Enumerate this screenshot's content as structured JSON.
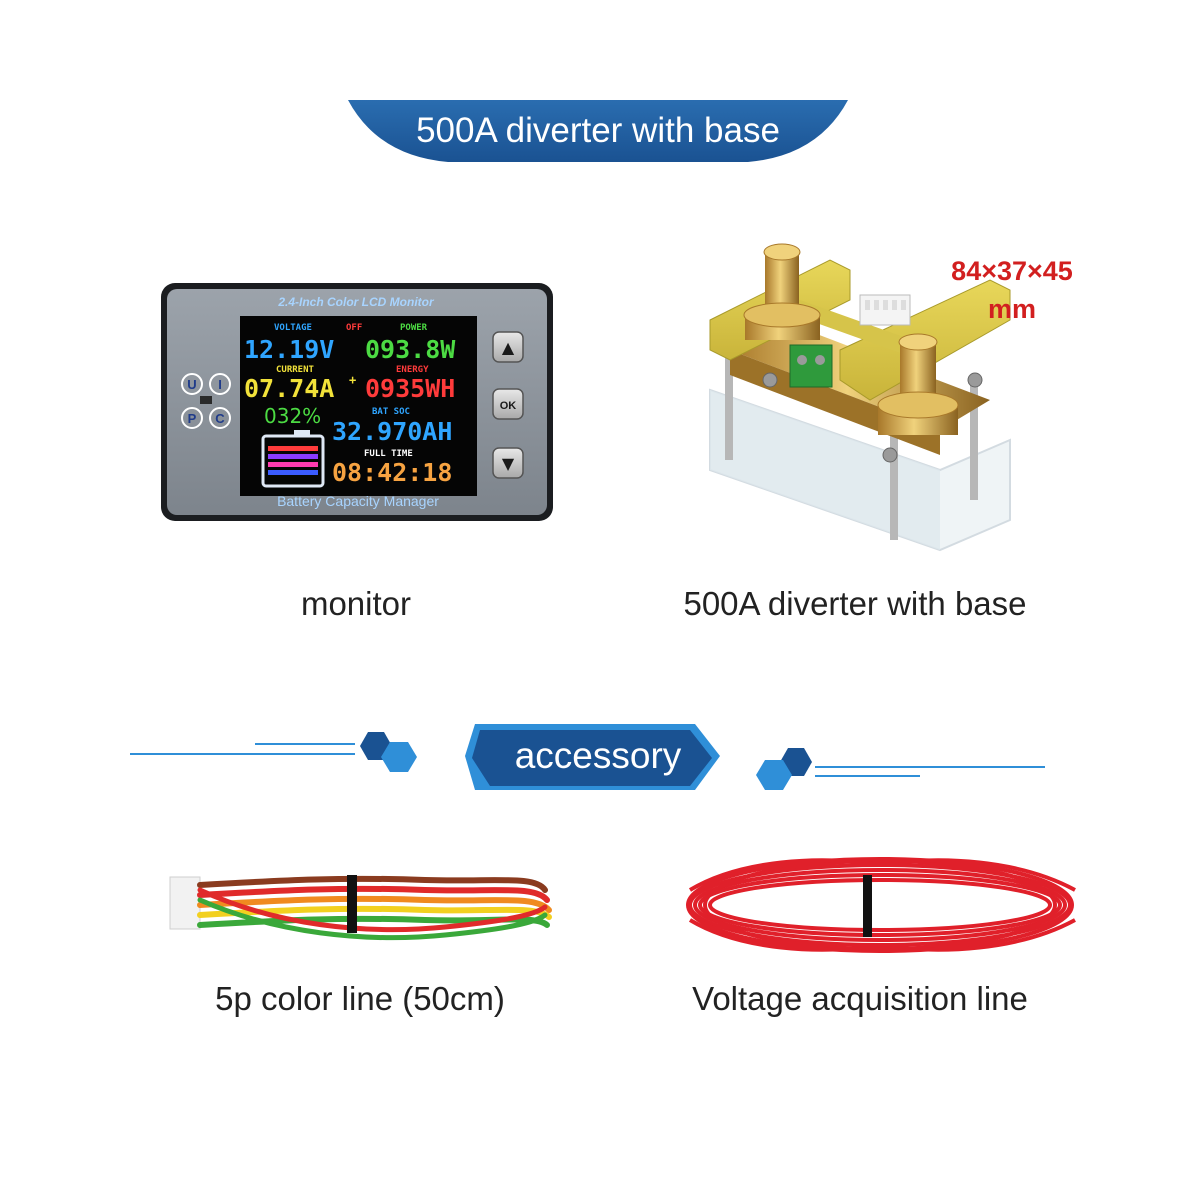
{
  "banner": {
    "title": "500A diverter with base"
  },
  "monitor": {
    "header": "2.4-Inch Color LCD Monitor",
    "footer": "Battery Capacity Manager",
    "side_keys": [
      "U",
      "I",
      "P",
      "C"
    ],
    "buttons": {
      "up": "▲",
      "ok": "OK",
      "down": "▼"
    },
    "screen": {
      "voltage_label": "VOLTAGE",
      "off_label": "OFF",
      "power_label": "POWER",
      "voltage_value": "12.19V",
      "power_value": "093.8W",
      "current_label": "CURRENT",
      "energy_label": "ENERGY",
      "current_value": "07.74A",
      "current_sign": "+",
      "energy_value": "0935WH",
      "percent_value": "032%",
      "bat_soc_label": "BAT SOC",
      "capacity_value": "32.970AH",
      "full_time_label": "FULL TIME",
      "time_value": "08:42:18"
    }
  },
  "diverter": {
    "dimension_line1": "84×37×45",
    "dimension_line2": "mm"
  },
  "captions": {
    "monitor": "monitor",
    "diverter": "500A diverter with base",
    "color_line": "5p color line (50cm)",
    "voltage_line": "Voltage acquisition line"
  },
  "divider": {
    "label": "accessory"
  },
  "colors": {
    "brand_blue": "#1f5f9f",
    "accent_blue": "#2f8fd8",
    "dimension_red": "#d21f1f"
  }
}
